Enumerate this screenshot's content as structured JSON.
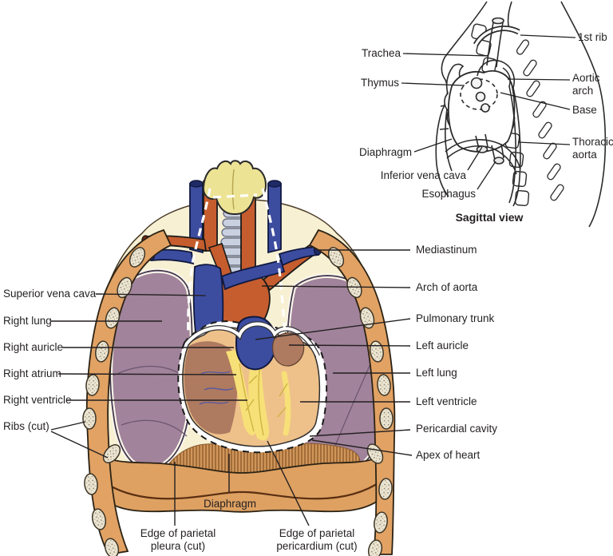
{
  "figure": {
    "background": "#ffffff",
    "text_color": "#231f20"
  },
  "anterior_view": {
    "labels_left": [
      "Superior vena cava",
      "Right lung",
      "Right auricle",
      "Right atrium",
      "Right ventricle",
      "Ribs (cut)"
    ],
    "labels_right": [
      "Mediastinum",
      "Arch of aorta",
      "Pulmonary trunk",
      "Left auricle",
      "Left lung",
      "Left ventricle",
      "Pericardial cavity",
      "Apex of heart"
    ],
    "labels_bottom": [
      "Diaphragm",
      "Edge of parietal pleura (cut)",
      "Edge of parietal pericardium (cut)"
    ]
  },
  "sagittal_view": {
    "caption": "Sagittal view",
    "labels_left": [
      "Trachea",
      "Thymus",
      "Diaphragm",
      "Inferior vena cava",
      "Esophagus"
    ],
    "labels_right": [
      "1st rib",
      "Aortic arch",
      "Base",
      "Thoracic aorta"
    ]
  },
  "colors": {
    "artery_orange": "#c65d2e",
    "artery_lumen": "#7a2a10",
    "vein_blue": "#3c4da0",
    "vein_lumen": "#1f2a66",
    "thyroid_yellow": "#ede394",
    "trachea_ring": "#c9d0df",
    "lung_mauve": "#a1839b",
    "pleura_cream": "#f7f0d3",
    "rib_tan": "#e1a264",
    "rib_cut_cream": "#ebe5d1",
    "diaphragm_tan": "#d09659",
    "heart_ventricle": "#eec18a",
    "heart_atrium_brown": "#ae7a60",
    "fat_yellow": "#f7e077",
    "line_dark": "#231f20"
  }
}
